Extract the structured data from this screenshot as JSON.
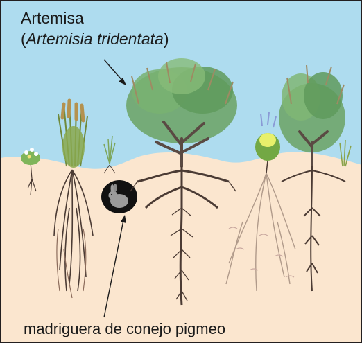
{
  "diagram": {
    "callout_top": {
      "line1": "Artemisa",
      "line2_open": "(",
      "line2_italic": "Artemisia tridentata",
      "line2_close": ")"
    },
    "callout_bottom": "madriguera de conejo pigmeo",
    "colors": {
      "sky": "#aedcef",
      "soil": "#fbe6cf",
      "border": "#231f20",
      "sagebrush_foliage": "#6fa56a",
      "grass": "#8aa34b",
      "forb_flower": "#e8f06b",
      "trunk": "#5a4a43",
      "root": "#4b3b34",
      "burrow": "#111111",
      "rabbit": "#9a9a9a"
    },
    "icons": [
      "sagebrush-plant-icon",
      "grass-plant-icon",
      "forb-plant-icon",
      "rabbit-icon",
      "arrow-icon"
    ]
  }
}
